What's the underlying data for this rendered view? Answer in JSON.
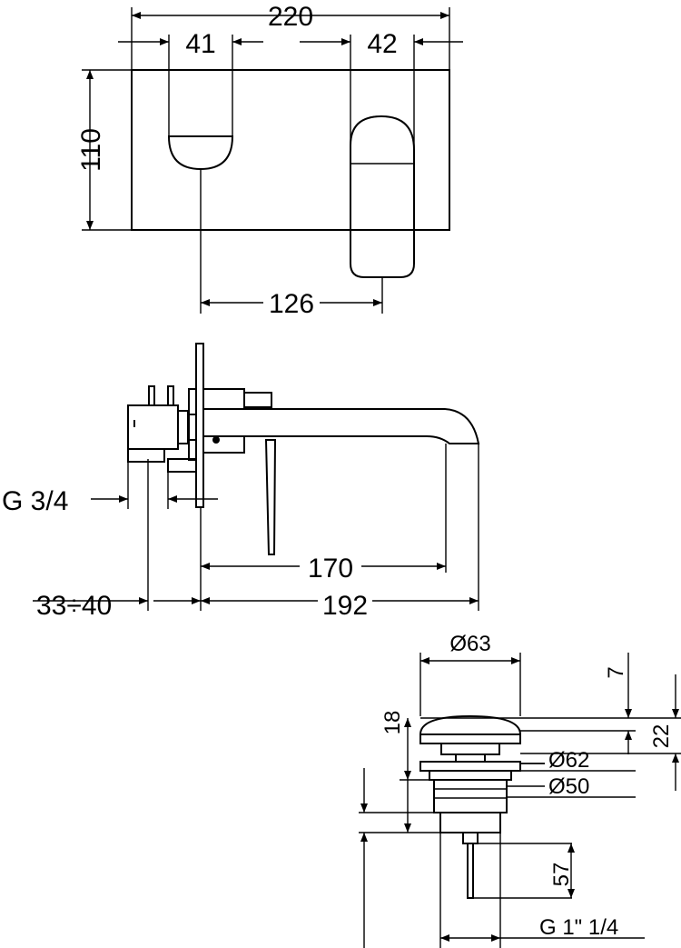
{
  "front_view": {
    "width_total": "220",
    "width_left": "41",
    "width_right": "42",
    "height": "110",
    "spacing": "126"
  },
  "side_view": {
    "thread": "G 3/4",
    "wall_range": "33÷40",
    "spout_reach": "170",
    "overall_length": "192"
  },
  "waste_view": {
    "diameter_top": "Ø63",
    "height_7": "7",
    "height_18": "18",
    "height_22": "22",
    "diameter_62": "Ø62",
    "diameter_50": "Ø50",
    "height_57": "57",
    "thread": "G 1\" 1/4"
  }
}
